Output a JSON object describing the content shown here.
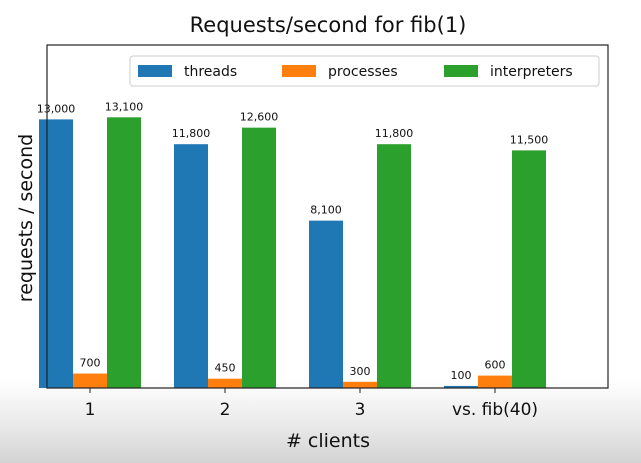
{
  "chart_data": {
    "type": "bar",
    "title": "Requests/second for fib(1)",
    "xlabel": "# clients",
    "ylabel": "requests / second",
    "categories": [
      "1",
      "2",
      "3",
      "vs. fib(40)"
    ],
    "series": [
      {
        "name": "threads",
        "color": "#1f77b4",
        "values": [
          13000,
          11800,
          8100,
          100
        ],
        "labels": [
          "13,000",
          "11,800",
          "8,100",
          "100"
        ]
      },
      {
        "name": "processes",
        "color": "#ff7f0e",
        "values": [
          700,
          450,
          300,
          600
        ],
        "labels": [
          "700",
          "450",
          "300",
          "600"
        ]
      },
      {
        "name": "interpreters",
        "color": "#2ca02c",
        "values": [
          13100,
          12600,
          11800,
          11500
        ],
        "labels": [
          "13,100",
          "12,600",
          "11,800",
          "11,500"
        ]
      }
    ],
    "ylim": [
      0,
      16600
    ],
    "y_ticks_shown": false,
    "grid": false,
    "legend_position": "top-right"
  }
}
